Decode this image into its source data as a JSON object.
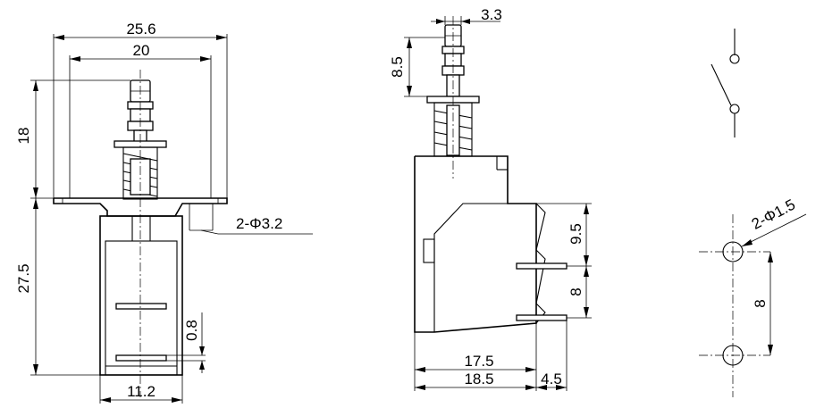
{
  "dimensions": {
    "overall_width": "25.6",
    "flange_width": "20",
    "plunger_height": "18",
    "body_height": "27.5",
    "mount_hole": "2-Φ3.2",
    "terminal_thickness": "0.8",
    "body_width": "11.2",
    "button_width": "3.3",
    "button_height": "8.5",
    "terminal_offset": "9.5",
    "terminal_pitch_side": "8",
    "body_depth": "17.5",
    "total_depth": "18.5",
    "terminal_length": "4.5",
    "pcb_hole": "2-Φ1.5",
    "pcb_pitch": "8"
  }
}
